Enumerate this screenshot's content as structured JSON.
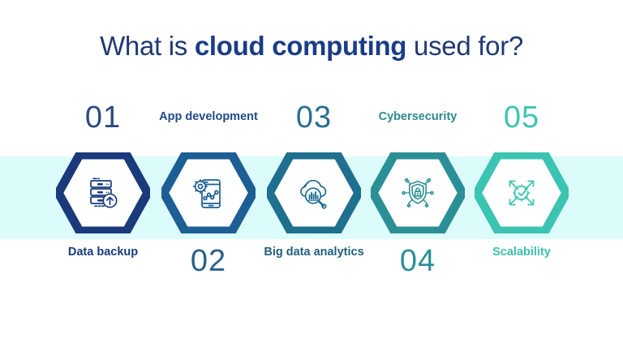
{
  "page": {
    "title_prefix": "What is ",
    "title_emphasis": "cloud computing",
    "title_suffix": " used for?",
    "title_full": "What is cloud computing used for?",
    "background_color": "#ffffff",
    "band_color": "#dbfcfb"
  },
  "items": [
    {
      "number": "01",
      "name": "Data backup",
      "icon": "server-backup-icon",
      "number_position": "top",
      "name_position": "bottom",
      "color": "#1b3a7c",
      "number_color": "#2d4a7e",
      "name_color": "#1b3a7c"
    },
    {
      "number": "02",
      "name": "App development",
      "icon": "mobile-gear-analytics-icon",
      "number_position": "bottom",
      "name_position": "top",
      "color": "#1d5e94",
      "number_color": "#2b5f8c",
      "name_color": "#1f4a86"
    },
    {
      "number": "03",
      "name": "Big data analytics",
      "icon": "cloud-magnifier-chart-icon",
      "number_position": "top",
      "name_position": "bottom",
      "color": "#1f6f8f",
      "number_color": "#2a6f8c",
      "name_color": "#1f5f7d"
    },
    {
      "number": "04",
      "name": "Cybersecurity",
      "icon": "shield-lock-network-icon",
      "number_position": "bottom",
      "name_position": "top",
      "color": "#2b8f96",
      "number_color": "#2b8f96",
      "name_color": "#2b8a90"
    },
    {
      "number": "05",
      "name": "Scalability",
      "icon": "expand-arrows-check-icon",
      "number_position": "top",
      "name_position": "bottom",
      "color": "#3cc4b2",
      "number_color": "#3cc4b2",
      "name_color": "#3cc0ad"
    }
  ]
}
